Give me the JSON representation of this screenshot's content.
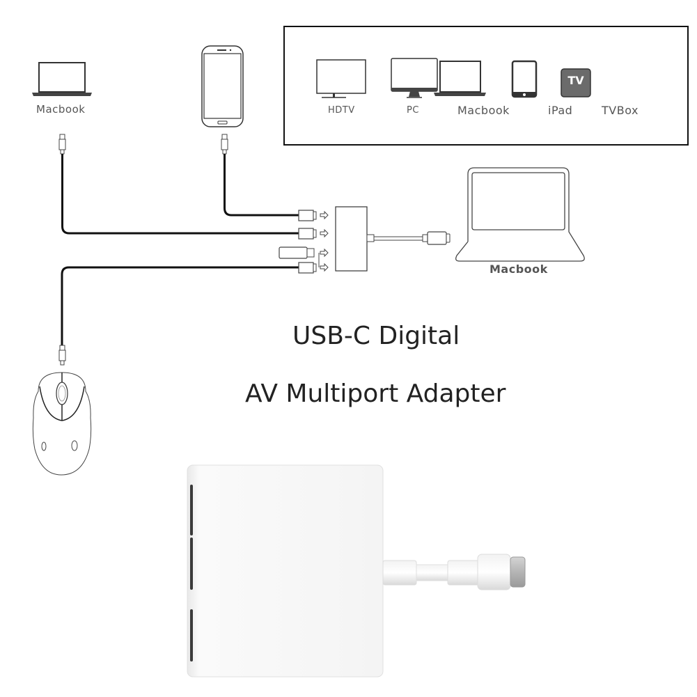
{
  "title": {
    "line1": "USB-C  Digital",
    "line2": "AV Multiport Adapter"
  },
  "source_devices": {
    "macbook_label": "Macbook",
    "phone_label": ""
  },
  "target_device": {
    "label": "Macbook"
  },
  "output_devices_panel": {
    "items": [
      {
        "label": "HDTV",
        "icon": "tv-icon"
      },
      {
        "label": "PC",
        "icon": "desktop-monitor-icon"
      },
      {
        "label": "Macbook",
        "icon": "laptop-icon"
      },
      {
        "label": "iPad",
        "icon": "tablet-icon"
      },
      {
        "label": "TVBox",
        "icon": "tvbox-icon",
        "badge": "TV"
      }
    ]
  },
  "colors": {
    "line": "#111111",
    "label": "#555555",
    "tvbox_fill": "#6b6b6b",
    "adapter_body": "#f7f7f7"
  }
}
